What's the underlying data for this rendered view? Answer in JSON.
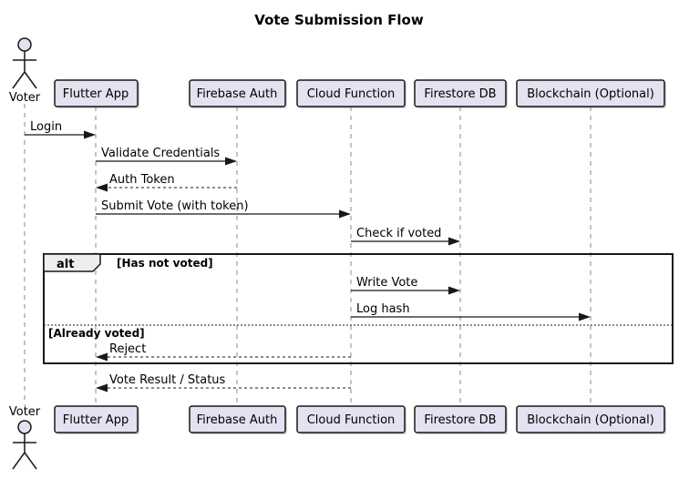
{
  "title": "Vote Submission Flow",
  "diagram_type": "uml-sequence-diagram",
  "actor": {
    "name": "Voter"
  },
  "participants": [
    {
      "name": "Flutter App"
    },
    {
      "name": "Firebase Auth"
    },
    {
      "name": "Cloud Function"
    },
    {
      "name": "Firestore DB"
    },
    {
      "name": "Blockchain (Optional)"
    }
  ],
  "messages": [
    {
      "from": "Voter",
      "to": "Flutter App",
      "label": "Login",
      "line": "solid"
    },
    {
      "from": "Flutter App",
      "to": "Firebase Auth",
      "label": "Validate Credentials",
      "line": "solid"
    },
    {
      "from": "Firebase Auth",
      "to": "Flutter App",
      "label": "Auth Token",
      "line": "dashed"
    },
    {
      "from": "Flutter App",
      "to": "Cloud Function",
      "label": "Submit Vote (with token)",
      "line": "solid"
    },
    {
      "from": "Cloud Function",
      "to": "Firestore DB",
      "label": "Check if voted",
      "line": "solid"
    },
    {
      "from": "Cloud Function",
      "to": "Firestore DB",
      "label": "Write Vote",
      "line": "solid",
      "branch": "Has not voted"
    },
    {
      "from": "Cloud Function",
      "to": "Blockchain (Optional)",
      "label": "Log hash",
      "line": "solid",
      "branch": "Has not voted"
    },
    {
      "from": "Cloud Function",
      "to": "Flutter App",
      "label": "Reject",
      "line": "dashed",
      "branch": "Already voted"
    },
    {
      "from": "Cloud Function",
      "to": "Flutter App",
      "label": "Vote Result / Status",
      "line": "dashed"
    }
  ],
  "alt_block": {
    "operator": "alt",
    "guards": [
      "[Has not voted]",
      "[Already voted]"
    ]
  },
  "colors": {
    "background": "#FFFFFF",
    "participant_fill": "#E2E2F0",
    "participant_border": "#181818",
    "lifeline": "#888888",
    "message": "#181818",
    "frame_border": "#181818",
    "operator_fill": "#EEEEEE",
    "text": "#000000"
  }
}
